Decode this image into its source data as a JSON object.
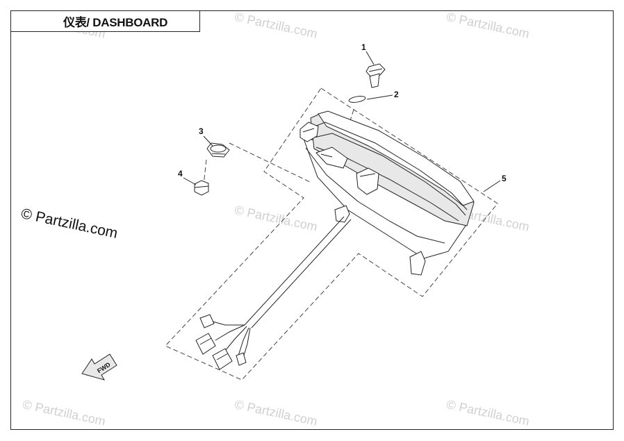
{
  "title": "仪表/ DASHBOARD",
  "watermark_main": "© Partzilla.com",
  "watermark_faint": "© Partzilla.com",
  "fwd_label": "FWD",
  "callouts": [
    "1",
    "2",
    "3",
    "4",
    "5"
  ]
}
